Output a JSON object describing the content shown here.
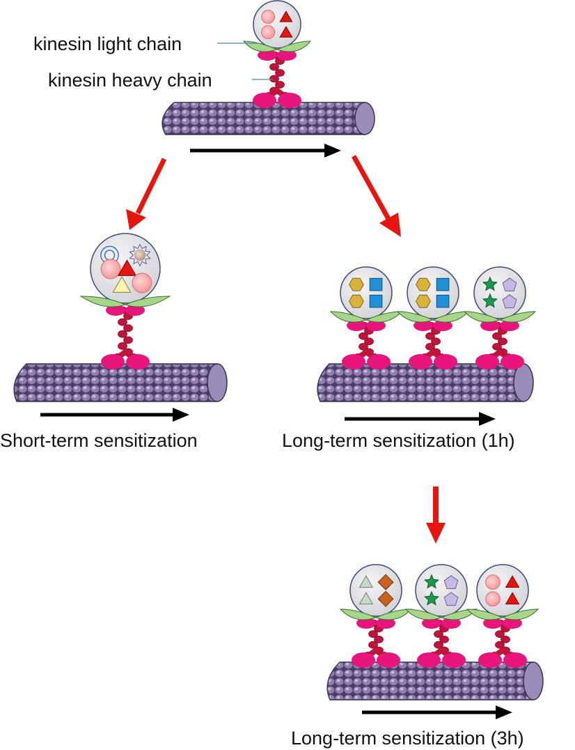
{
  "labels": {
    "light_chain": "kinesin light chain",
    "heavy_chain": "kinesin heavy chain",
    "short_term": "Short-term sensitization",
    "long_term_1h": "Long-term sensitization (1h)",
    "long_term_3h": "Long-term sensitization (3h)"
  },
  "colors": {
    "microtubule": "#7a6a96",
    "microtubule_dark": "#3f3458",
    "heavy_chain": "#c0153a",
    "motor_head": "#e8157c",
    "light_chain": "#a6d68a",
    "vesicle": "#e3e3e5",
    "arrow_red": "#e8150f",
    "arrow_black": "#000000",
    "pointer_line": "#4f7fc4"
  },
  "cargo": {
    "top": [
      "pink-circle",
      "red-triangle",
      "pink-circle",
      "red-triangle"
    ],
    "short_term": [
      "blue-ring",
      "starburst",
      "pink-circle",
      "red-triangle",
      "yellow-triangle",
      "pink-circle"
    ],
    "long_1h": [
      [
        "yellow-hexagon",
        "blue-square",
        "yellow-hexagon",
        "blue-square"
      ],
      [
        "yellow-hexagon",
        "blue-square",
        "yellow-hexagon",
        "blue-square"
      ],
      [
        "green-star",
        "lavender-pentagon",
        "green-star",
        "lavender-pentagon"
      ]
    ],
    "long_3h": [
      [
        "gray-triangle",
        "orange-diamond",
        "gray-triangle",
        "orange-diamond"
      ],
      [
        "green-star",
        "lavender-pentagon",
        "green-star",
        "lavender-pentagon"
      ],
      [
        "pink-circle",
        "red-triangle",
        "pink-circle",
        "red-triangle"
      ]
    ]
  }
}
